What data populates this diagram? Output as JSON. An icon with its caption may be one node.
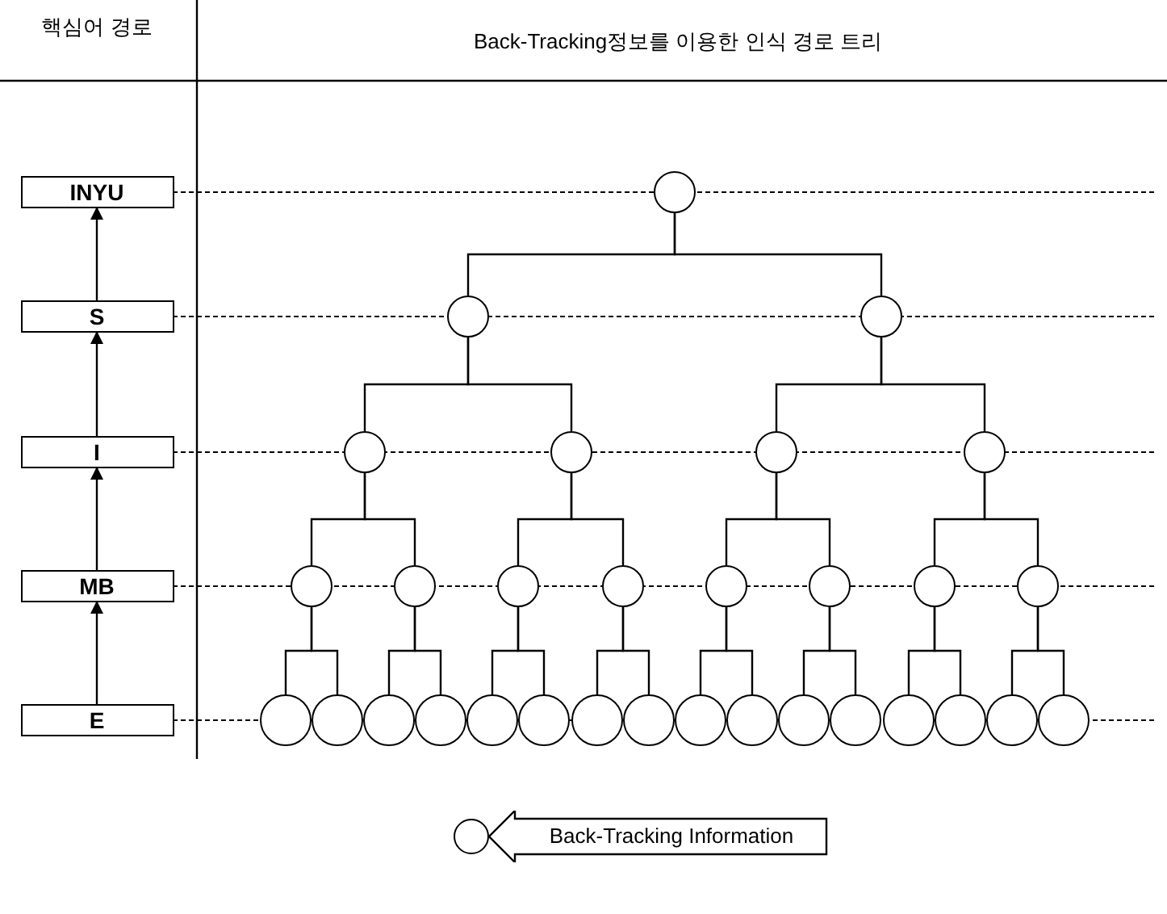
{
  "diagram": {
    "nodes": [
      {
        "text": [
          "INYU"
        ]
      },
      {
        "text": [
          "S"
        ]
      },
      {
        "text": [
          "I"
        ]
      },
      {
        "text": [
          "MB"
        ]
      },
      {
        "text": [
          "E"
        ]
      },
      {
        "text": [],
        "shape": "circle"
      },
      {
        "text": [],
        "shape": "circle"
      },
      {
        "text": [],
        "shape": "circle"
      },
      {
        "text": [],
        "shape": "circle"
      },
      {
        "text": [],
        "shape": "circle"
      },
      {
        "text": [],
        "shape": "circle"
      },
      {
        "text": [],
        "shape": "circle"
      },
      {
        "text": [],
        "shape": "circle"
      },
      {
        "text": [],
        "shape": "circle"
      },
      {
        "text": [],
        "shape": "circle"
      },
      {
        "text": [],
        "shape": "circle"
      },
      {
        "text": [],
        "shape": "circle"
      },
      {
        "text": [],
        "shape": "circle"
      },
      {
        "text": [],
        "shape": "circle"
      },
      {
        "text": [],
        "shape": "circle"
      },
      {
        "text": [],
        "shape": "circle"
      },
      {
        "text": [],
        "shape": "circle"
      },
      {
        "text": [],
        "shape": "circle"
      },
      {
        "text": [],
        "shape": "circle"
      },
      {
        "text": [],
        "shape": "circle"
      },
      {
        "text": [],
        "shape": "circle"
      },
      {
        "text": [],
        "shape": "circle"
      },
      {
        "text": [],
        "shape": "circle"
      },
      {
        "text": [],
        "shape": "circle"
      },
      {
        "text": [],
        "shape": "circle"
      },
      {
        "text": [],
        "shape": "circle"
      },
      {
        "text": [],
        "shape": "circle"
      },
      {
        "text": [],
        "shape": "circle"
      },
      {
        "text": [],
        "shape": "circle"
      },
      {
        "text": [],
        "shape": "circle"
      },
      {
        "text": [],
        "shape": "circle"
      },
      {
        "text": [],
        "shape": "circle"
      },
      {
        "text": [
          "Back-Tracking Information"
        ]
      }
    ],
    "edges": [
      {
        "from": 4,
        "to": 3,
        "arrow": "to"
      },
      {
        "from": 3,
        "to": 2,
        "arrow": "to"
      },
      {
        "from": 2,
        "to": 1,
        "arrow": "to"
      },
      {
        "from": 1,
        "to": 0,
        "arrow": "to"
      },
      {
        "from": 5,
        "to": 6,
        "arrow": "none"
      },
      {
        "from": 5,
        "to": 7,
        "arrow": "none"
      },
      {
        "from": 6,
        "to": 8,
        "arrow": "none"
      },
      {
        "from": 6,
        "to": 9,
        "arrow": "none"
      },
      {
        "from": 7,
        "to": 10,
        "arrow": "none"
      },
      {
        "from": 7,
        "to": 11,
        "arrow": "none"
      },
      {
        "from": 8,
        "to": 12,
        "arrow": "none"
      },
      {
        "from": 8,
        "to": 13,
        "arrow": "none"
      },
      {
        "from": 9,
        "to": 14,
        "arrow": "none"
      },
      {
        "from": 9,
        "to": 15,
        "arrow": "none"
      },
      {
        "from": 10,
        "to": 16,
        "arrow": "none"
      },
      {
        "from": 10,
        "to": 17,
        "arrow": "none"
      },
      {
        "from": 11,
        "to": 18,
        "arrow": "none"
      },
      {
        "from": 11,
        "to": 19,
        "arrow": "none"
      },
      {
        "from": 12,
        "to": 20,
        "arrow": "none"
      },
      {
        "from": 12,
        "to": 21,
        "arrow": "none"
      },
      {
        "from": 13,
        "to": 22,
        "arrow": "none"
      },
      {
        "from": 13,
        "to": 23,
        "arrow": "none"
      },
      {
        "from": 14,
        "to": 24,
        "arrow": "none"
      },
      {
        "from": 14,
        "to": 25,
        "arrow": "none"
      },
      {
        "from": 15,
        "to": 26,
        "arrow": "none"
      },
      {
        "from": 15,
        "to": 27,
        "arrow": "none"
      },
      {
        "from": 16,
        "to": 28,
        "arrow": "none"
      },
      {
        "from": 16,
        "to": 29,
        "arrow": "none"
      },
      {
        "from": 17,
        "to": 30,
        "arrow": "none"
      },
      {
        "from": 17,
        "to": 31,
        "arrow": "none"
      },
      {
        "from": 18,
        "to": 32,
        "arrow": "none"
      },
      {
        "from": 18,
        "to": 33,
        "arrow": "none"
      },
      {
        "from": 19,
        "to": 34,
        "arrow": "none"
      },
      {
        "from": 19,
        "to": 35,
        "arrow": "none"
      }
    ],
    "labels": [
      "핵심어 경로",
      "Back-Tracking정보를 이용한 인식 경로 트리"
    ]
  }
}
